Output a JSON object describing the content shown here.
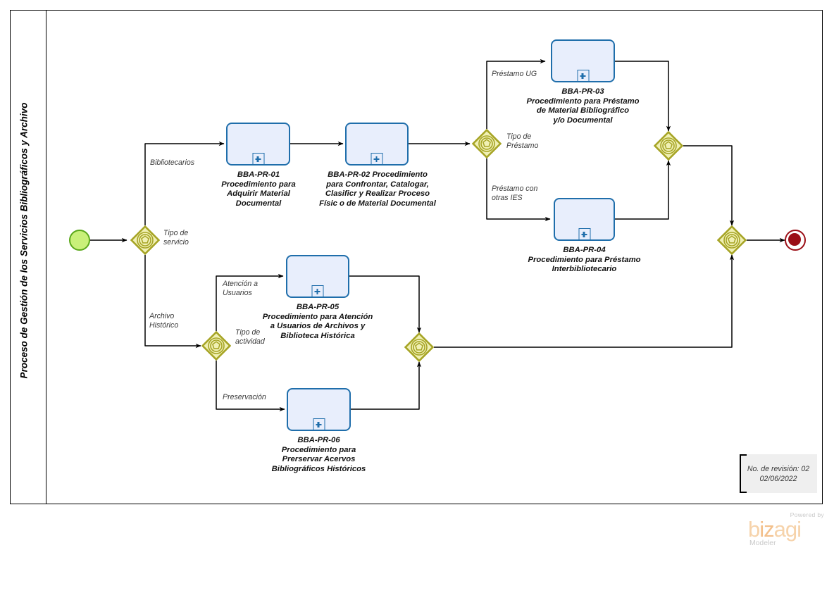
{
  "pool": {
    "lane_title": "Proceso de Gestión de los Servicios Bibliográficos y Archivo"
  },
  "events": {
    "start": {
      "name": "start-event",
      "color": "#c9f07a",
      "border": "#5aa81a"
    },
    "end": {
      "name": "end-event",
      "color": "#9b0e16"
    }
  },
  "gateways": [
    {
      "id": "gw-tipo-servicio",
      "label": "Tipo de\nservicio"
    },
    {
      "id": "gw-tipo-prestamo",
      "label": "Tipo de\nPréstamo"
    },
    {
      "id": "gw-tipo-actividad",
      "label": "Tipo de\nactividad"
    },
    {
      "id": "gw-join-prestamo",
      "label": ""
    },
    {
      "id": "gw-join-archivo",
      "label": ""
    },
    {
      "id": "gw-join-final",
      "label": ""
    }
  ],
  "tasks": [
    {
      "id": "BBA-PR-01",
      "label": "BBA-PR-01\nProcedimiento para\nAdquirir Material\nDocumental"
    },
    {
      "id": "BBA-PR-02",
      "label": "BBA-PR-02 Procedimiento\npara Confrontar, Catalogar,\nClasificr y Realizar Proceso\nFísic o de Material Documental"
    },
    {
      "id": "BBA-PR-03",
      "label": "BBA-PR-03\nProcedimiento para Préstamo\nde Material Bibliográfico\ny/o Documental"
    },
    {
      "id": "BBA-PR-04",
      "label": "BBA-PR-04\nProcedimiento para Préstamo\nInterbibliotecario"
    },
    {
      "id": "BBA-PR-05",
      "label": "BBA-PR-05\nProcedimiento para Atención\na Usuarios de Archivos y\nBiblioteca Histórica"
    },
    {
      "id": "BBA-PR-06",
      "label": "BBA-PR-06\nProcedimiento para\nPrerservar Acervos\nBibliográficos Históricos"
    }
  ],
  "flow_labels": {
    "bibliotecarios": "Bibliotecarios",
    "archivo_historico": "Archivo\nHistórico",
    "prestamo_ug": "Préstamo UG",
    "prestamo_otras_ies": "Préstamo con\notras IES",
    "atencion_usuarios": "Atención a\nUsuarios",
    "preservacion": "Preservación"
  },
  "annotation": {
    "line1": "No. de revisión: 02",
    "line2": "02/06/2022"
  },
  "branding": {
    "powered_by": "Powered by",
    "name_a": "b",
    "name_b": "iz",
    "name_c": "agi",
    "product": "Modeler"
  },
  "colors": {
    "task_fill": "#e8eefc",
    "task_stroke": "#1f6eab",
    "gateway_fill": "#f0f0b4",
    "gateway_stroke": "#a6a425",
    "flow": "#000000"
  }
}
